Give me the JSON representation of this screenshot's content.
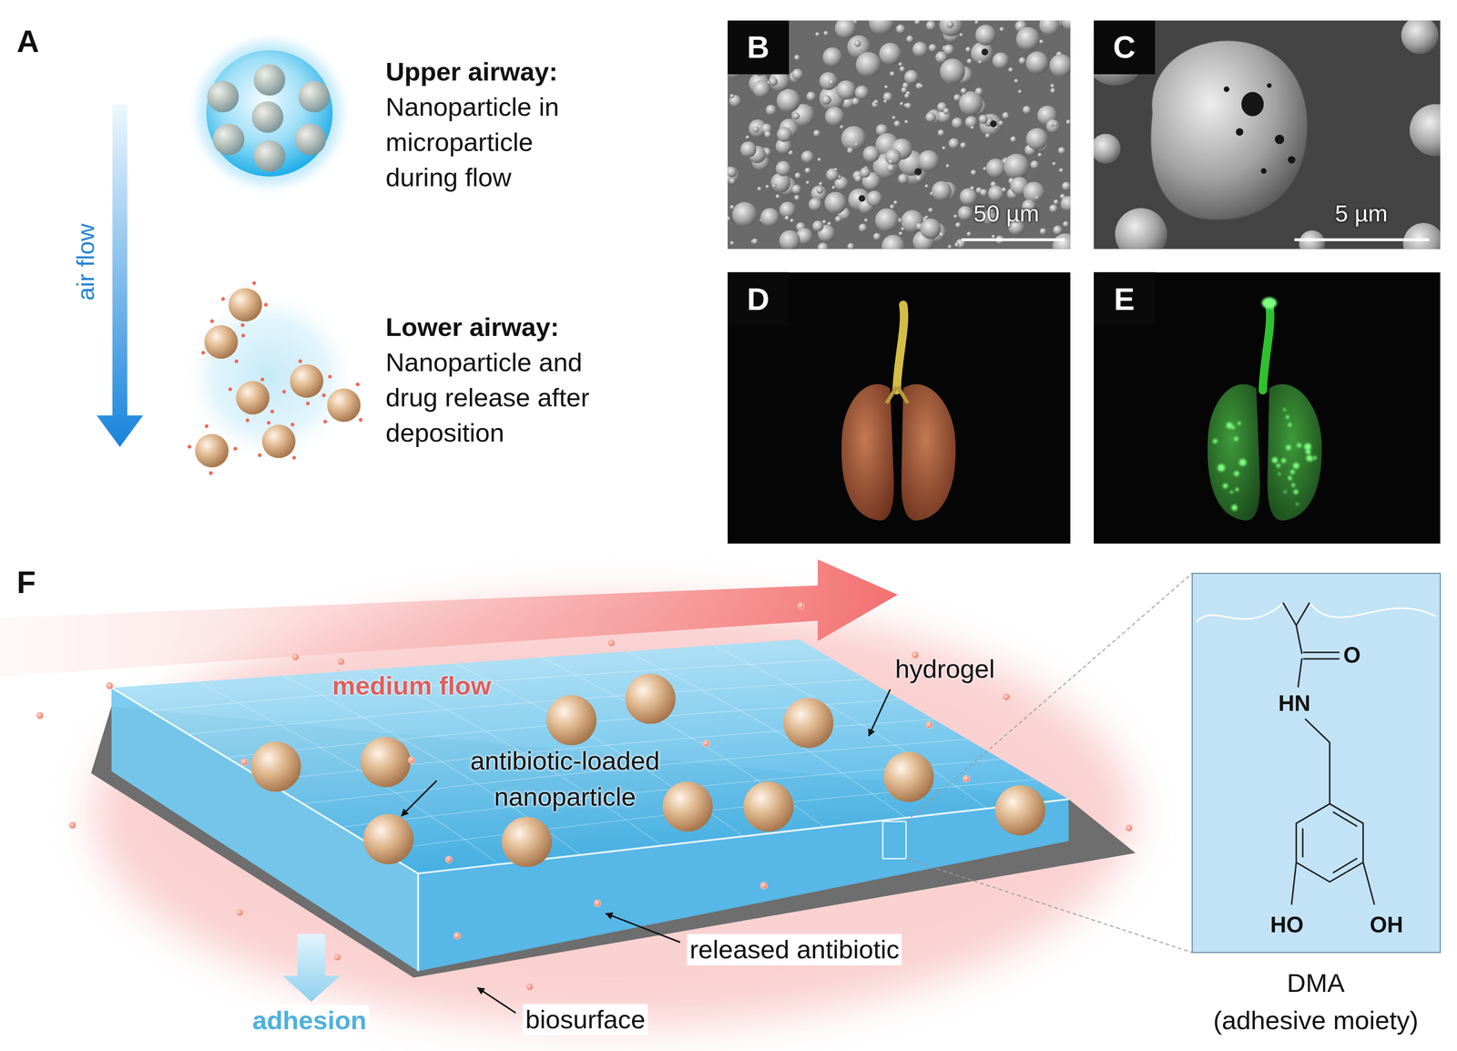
{
  "diagram": {
    "nodes": [
      {
        "text": [
          "B",
          "50 µm"
        ]
      },
      {
        "text": [
          "C",
          "5 µm"
        ]
      },
      {
        "text": [
          "D"
        ]
      },
      {
        "text": [
          "E"
        ]
      },
      {
        "text": [
          "O",
          "HN",
          "HO",
          "OH",
          "DMA",
          "(adhesive moiety)"
        ]
      }
    ],
    "labels": [
      "A",
      "Upper airway:",
      "Nanoparticle in microparticle during flow",
      "air flow",
      "Lower airway:",
      "Nanoparticle and drug release after deposition",
      "F",
      "medium flow",
      "hydrogel",
      "antibiotic-loaded nanoparticle",
      "released antibiotic",
      "adhesion",
      "biosurface"
    ]
  }
}
